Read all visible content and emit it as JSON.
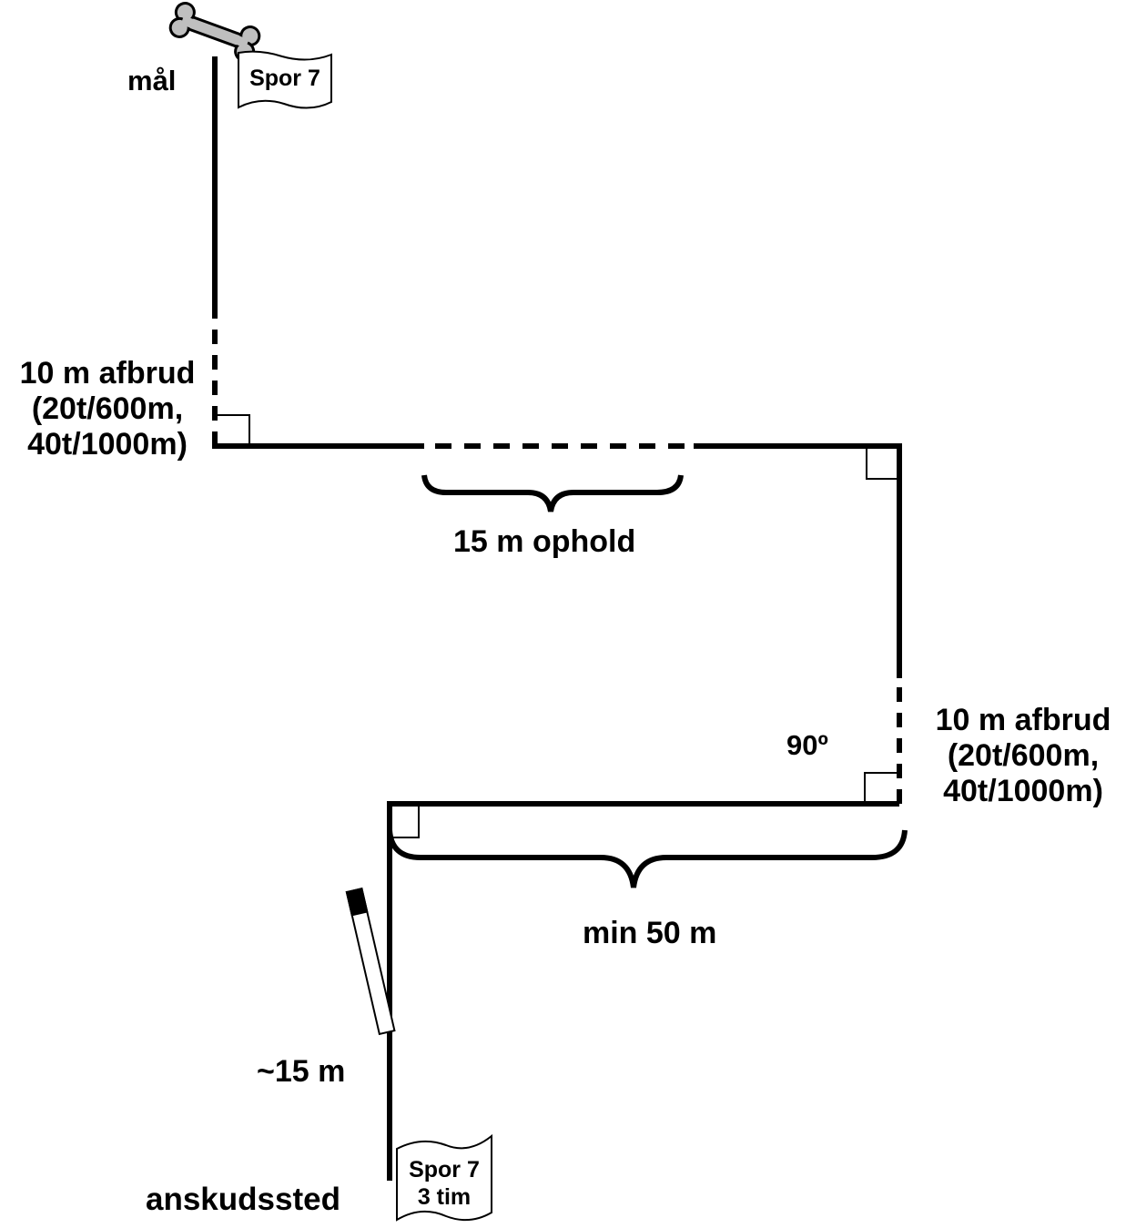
{
  "labels": {
    "goal": "mål",
    "start": "anskudssted",
    "break_left_line1": "10 m afbrud",
    "break_left_line2": "(20t/600m,",
    "break_left_line3": "40t/1000m)",
    "break_right_line1": "10 m afbrud",
    "break_right_line2": "(20t/600m,",
    "break_right_line3": "40t/1000m)",
    "stop": "15 m ophold",
    "min_length": "min 50 m",
    "angle": "90º",
    "first_leg": "~15 m"
  },
  "flags": {
    "top_line1": "Spor 7",
    "bottom_line1": "Spor 7",
    "bottom_line2": "3 tim"
  },
  "icons": {
    "goal_item": "bone-icon",
    "start_marker": "pen-marker-icon"
  },
  "colors": {
    "ink": "#000000",
    "bone": "#bfbfbf",
    "background": "#ffffff"
  }
}
